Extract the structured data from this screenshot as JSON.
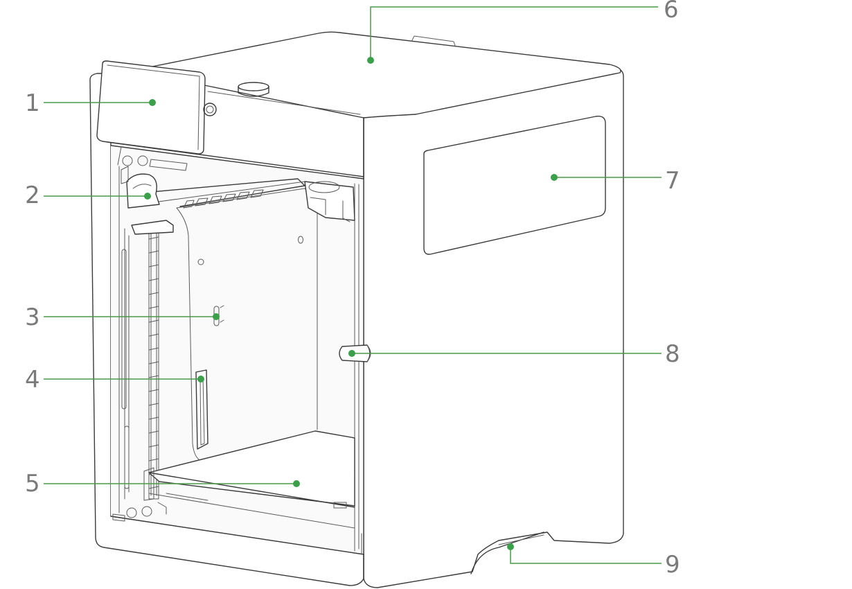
{
  "callouts": [
    {
      "id": "1",
      "label": "1"
    },
    {
      "id": "2",
      "label": "2"
    },
    {
      "id": "3",
      "label": "3"
    },
    {
      "id": "4",
      "label": "4"
    },
    {
      "id": "5",
      "label": "5"
    },
    {
      "id": "6",
      "label": "6"
    },
    {
      "id": "7",
      "label": "7"
    },
    {
      "id": "8",
      "label": "8"
    },
    {
      "id": "9",
      "label": "9"
    }
  ],
  "colors": {
    "leader": "#4a9a4a",
    "dot": "#3aa04a",
    "number": "#7a7a7a",
    "outline": "#3a3a3a"
  }
}
